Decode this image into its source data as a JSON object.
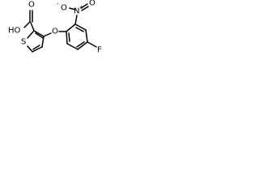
{
  "molecule": {
    "labels": {
      "hydroxyl": "HO",
      "carbonyl_oxygen": "O",
      "thiophene_sulfur": "S",
      "ether_oxygen": "O",
      "nitro_oxygen_minus": "O",
      "nitro_nitrogen": "N",
      "nitro_oxygen": "O",
      "fluorine": "F"
    },
    "charges": {
      "minus": "-",
      "plus": "+"
    },
    "colors": {
      "bond": "#000000",
      "text": "#000000",
      "background": "#ffffff"
    }
  }
}
